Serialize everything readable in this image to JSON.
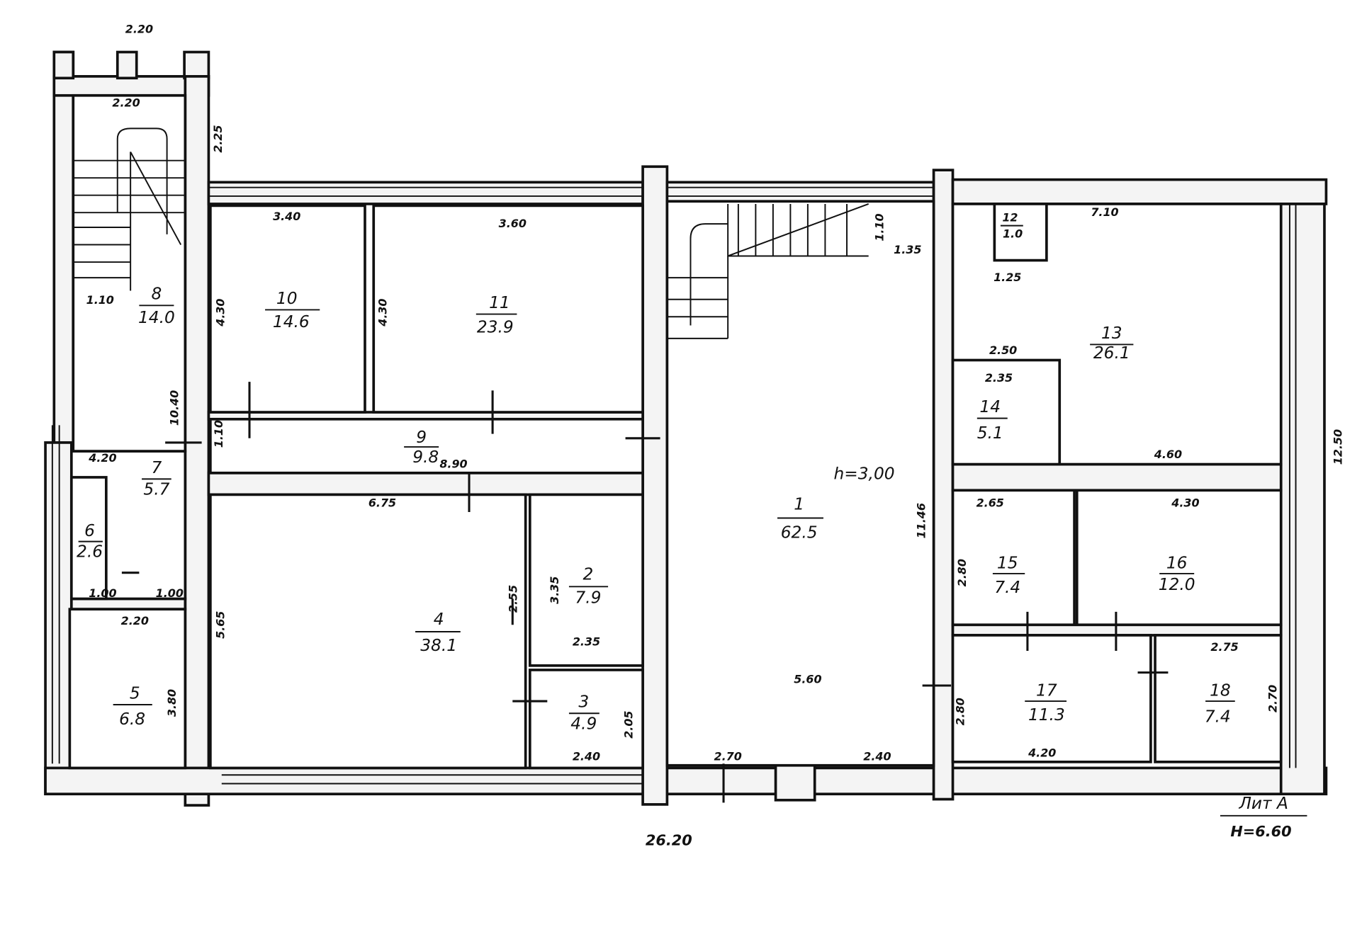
{
  "rooms": [
    {
      "no": "1",
      "area": "62.5"
    },
    {
      "no": "2",
      "area": "7.9"
    },
    {
      "no": "3",
      "area": "4.9"
    },
    {
      "no": "4",
      "area": "38.1"
    },
    {
      "no": "5",
      "area": "6.8"
    },
    {
      "no": "6",
      "area": "2.6"
    },
    {
      "no": "7",
      "area": "5.7"
    },
    {
      "no": "8",
      "area": "14.0"
    },
    {
      "no": "9",
      "area": "9.8"
    },
    {
      "no": "10",
      "area": "14.6"
    },
    {
      "no": "11",
      "area": "23.9"
    },
    {
      "no": "12",
      "area": "1.0"
    },
    {
      "no": "13",
      "area": "26.1"
    },
    {
      "no": "14",
      "area": "5.1"
    },
    {
      "no": "15",
      "area": "7.4"
    },
    {
      "no": "16",
      "area": "12.0"
    },
    {
      "no": "17",
      "area": "11.3"
    },
    {
      "no": "18",
      "area": "7.4"
    }
  ],
  "dims": [
    "2.20",
    "2.20",
    "2.25",
    "1.10",
    "10.40",
    "4.20",
    "1.00",
    "1.00",
    "2.20",
    "3.80",
    "3.40",
    "4.30",
    "3.60",
    "4.30",
    "1.10",
    "8.90",
    "6.75",
    "5.65",
    "2.55",
    "3.35",
    "2.35",
    "2.40",
    "2.05",
    "5.60",
    "2.70",
    "2.40",
    "11.46",
    "1.10",
    "1.35",
    "7.10",
    "1.25",
    "2.50",
    "2.35",
    "4.60",
    "12.50",
    "2.65",
    "4.30",
    "2.80",
    "2.75",
    "4.20",
    "2.70",
    "2.80"
  ],
  "height_label": "h=3,00",
  "total_length": "26.20",
  "liter": "Лит А",
  "building_height": "Н=6.60"
}
